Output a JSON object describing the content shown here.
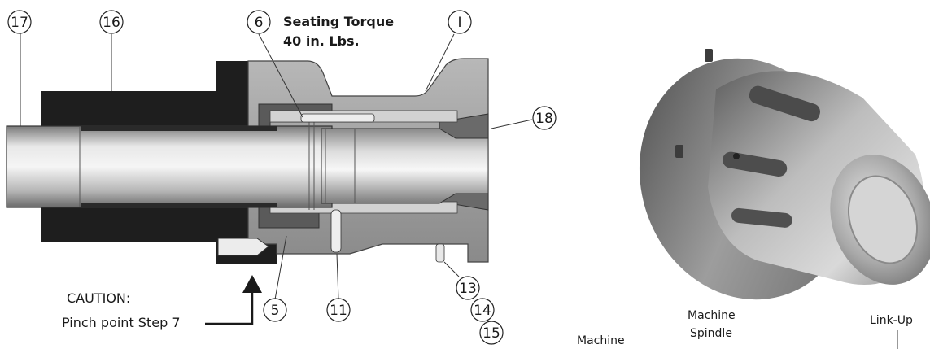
{
  "callouts": {
    "c17": "17",
    "c16": "16",
    "c6": "6",
    "c1": "I",
    "c18": "18",
    "c5": "5",
    "c11": "11",
    "c13": "13",
    "c14": "14",
    "c15": "15"
  },
  "seating_note": {
    "line1": "Seating Torque",
    "line2": "40 in. Lbs."
  },
  "caution": {
    "line1": "CAUTION:",
    "line2": "Pinch point Step 7"
  },
  "bottom_labels": {
    "machine_spindle_line1": "Machine",
    "machine_spindle_line2": "Spindle",
    "link_up": "Link-Up",
    "machine": "Machine"
  },
  "colors": {
    "black_part": "#1e1e1e",
    "dark_gray": "#5a5a5a",
    "mid_gray": "#9a9a9a",
    "light_gray": "#c9c9c9",
    "highlight": "#ececec"
  }
}
